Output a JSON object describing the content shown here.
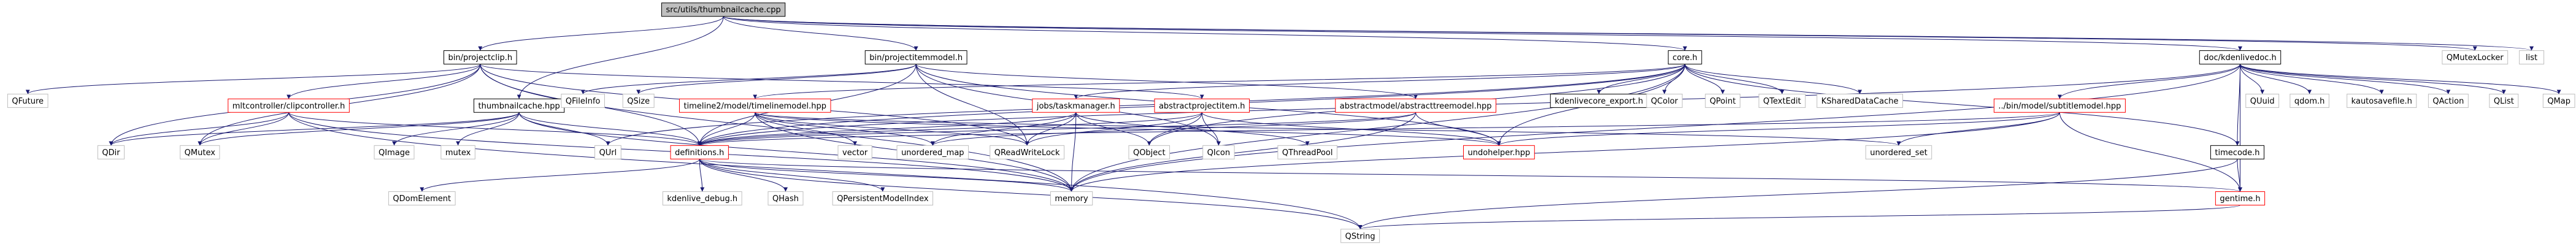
{
  "colors": {
    "edge": "#191970",
    "node_border": "#bfbfbf",
    "node_highlight_border": "#ff0000",
    "root_fill": "#bfbfbf",
    "root_border": "#000000"
  },
  "nodes": [
    {
      "id": "root",
      "label": "src/utils/thumbnailcache.cpp",
      "kind": "root"
    },
    {
      "id": "cliph",
      "label": "bin/projectclip.h",
      "kind": "normal"
    },
    {
      "id": "projitemmodel",
      "label": "bin/projectitemmodel.h",
      "kind": "normal"
    },
    {
      "id": "coreh",
      "label": "core.h",
      "kind": "normal"
    },
    {
      "id": "kdenlivedoc",
      "label": "doc/kdenlivedoc.h",
      "kind": "normal"
    },
    {
      "id": "qmutexlocker",
      "label": "QMutexLocker",
      "kind": "ext"
    },
    {
      "id": "list",
      "label": "list",
      "kind": "ext"
    },
    {
      "id": "qfuture",
      "label": "QFuture",
      "kind": "ext"
    },
    {
      "id": "mltclipctrl",
      "label": "mltcontroller/clipcontroller.h",
      "kind": "highlight"
    },
    {
      "id": "thumbhpp",
      "label": "thumbnailcache.hpp",
      "kind": "normal"
    },
    {
      "id": "qfileinfo",
      "label": "QFileInfo",
      "kind": "ext"
    },
    {
      "id": "qsize",
      "label": "QSize",
      "kind": "ext"
    },
    {
      "id": "timelinemodel",
      "label": "timeline2/model/timelinemodel.hpp",
      "kind": "highlight"
    },
    {
      "id": "taskmanager",
      "label": "jobs/taskmanager.h",
      "kind": "highlight"
    },
    {
      "id": "abstractprojitem",
      "label": "abstractprojectitem.h",
      "kind": "highlight"
    },
    {
      "id": "abstracttreemodel",
      "label": "abstractmodel/abstracttreemodel.hpp",
      "kind": "highlight"
    },
    {
      "id": "kdenlivecoreexport",
      "label": "kdenlivecore_export.h",
      "kind": "normal"
    },
    {
      "id": "qcolor",
      "label": "QColor",
      "kind": "ext"
    },
    {
      "id": "qpoint",
      "label": "QPoint",
      "kind": "ext"
    },
    {
      "id": "qtextedit",
      "label": "QTextEdit",
      "kind": "ext"
    },
    {
      "id": "kshared",
      "label": "KSharedDataCache",
      "kind": "ext"
    },
    {
      "id": "subtitlemodel",
      "label": "../bin/model/subtitlemodel.hpp",
      "kind": "highlight"
    },
    {
      "id": "quuid",
      "label": "QUuid",
      "kind": "ext"
    },
    {
      "id": "qdom",
      "label": "qdom.h",
      "kind": "ext"
    },
    {
      "id": "kautosave",
      "label": "kautosavefile.h",
      "kind": "ext"
    },
    {
      "id": "qaction",
      "label": "QAction",
      "kind": "ext"
    },
    {
      "id": "qlist",
      "label": "QList",
      "kind": "ext"
    },
    {
      "id": "qmap",
      "label": "QMap",
      "kind": "ext"
    },
    {
      "id": "qdir",
      "label": "QDir",
      "kind": "ext"
    },
    {
      "id": "qmutex",
      "label": "QMutex",
      "kind": "ext"
    },
    {
      "id": "qimage",
      "label": "QImage",
      "kind": "ext"
    },
    {
      "id": "mutex",
      "label": "mutex",
      "kind": "ext"
    },
    {
      "id": "qurl",
      "label": "QUrl",
      "kind": "ext"
    },
    {
      "id": "definitions",
      "label": "definitions.h",
      "kind": "highlight"
    },
    {
      "id": "vector",
      "label": "vector",
      "kind": "ext"
    },
    {
      "id": "unordered_map",
      "label": "unordered_map",
      "kind": "ext"
    },
    {
      "id": "qreadwritelock",
      "label": "QReadWriteLock",
      "kind": "ext"
    },
    {
      "id": "qobject",
      "label": "QObject",
      "kind": "ext"
    },
    {
      "id": "qicon",
      "label": "QIcon",
      "kind": "ext"
    },
    {
      "id": "qthreadpool",
      "label": "QThreadPool",
      "kind": "ext"
    },
    {
      "id": "undohelper",
      "label": "undohelper.hpp",
      "kind": "highlight"
    },
    {
      "id": "unordered_set",
      "label": "unordered_set",
      "kind": "ext"
    },
    {
      "id": "timecode",
      "label": "timecode.h",
      "kind": "normal"
    },
    {
      "id": "qdomelement",
      "label": "QDomElement",
      "kind": "ext"
    },
    {
      "id": "kdenlivedebug",
      "label": "kdenlive_debug.h",
      "kind": "ext"
    },
    {
      "id": "qhash",
      "label": "QHash",
      "kind": "ext"
    },
    {
      "id": "qpersistent",
      "label": "QPersistentModelIndex",
      "kind": "ext"
    },
    {
      "id": "memory",
      "label": "memory",
      "kind": "ext"
    },
    {
      "id": "gentime",
      "label": "gentime.h",
      "kind": "highlight"
    },
    {
      "id": "qstring",
      "label": "QString",
      "kind": "ext"
    }
  ],
  "edges": [
    [
      "root",
      "cliph"
    ],
    [
      "root",
      "projitemmodel"
    ],
    [
      "root",
      "coreh"
    ],
    [
      "root",
      "kdenlivedoc"
    ],
    [
      "root",
      "qmutexlocker"
    ],
    [
      "root",
      "list"
    ],
    [
      "root",
      "thumbhpp"
    ],
    [
      "cliph",
      "qfuture"
    ],
    [
      "cliph",
      "mltclipctrl"
    ],
    [
      "cliph",
      "abstractprojitem"
    ],
    [
      "cliph",
      "qdir"
    ],
    [
      "cliph",
      "qmutex"
    ],
    [
      "cliph",
      "definitions"
    ],
    [
      "cliph",
      "qreadwritelock"
    ],
    [
      "cliph",
      "memory"
    ],
    [
      "projitemmodel",
      "abstracttreemodel"
    ],
    [
      "projitemmodel",
      "qfileinfo"
    ],
    [
      "projitemmodel",
      "qsize"
    ],
    [
      "projitemmodel",
      "definitions"
    ],
    [
      "projitemmodel",
      "undohelper"
    ],
    [
      "projitemmodel",
      "qreadwritelock"
    ],
    [
      "projitemmodel",
      "qicon"
    ],
    [
      "coreh",
      "kdenlivecoreexport"
    ],
    [
      "coreh",
      "qcolor"
    ],
    [
      "coreh",
      "qpoint"
    ],
    [
      "coreh",
      "qtextedit"
    ],
    [
      "coreh",
      "kshared"
    ],
    [
      "coreh",
      "taskmanager"
    ],
    [
      "coreh",
      "timelinemodel"
    ],
    [
      "coreh",
      "qurl"
    ],
    [
      "coreh",
      "undohelper"
    ],
    [
      "coreh",
      "definitions"
    ],
    [
      "coreh",
      "qobject"
    ],
    [
      "coreh",
      "memory"
    ],
    [
      "coreh",
      "timecode"
    ],
    [
      "kdenlivedoc",
      "subtitlemodel"
    ],
    [
      "kdenlivedoc",
      "quuid"
    ],
    [
      "kdenlivedoc",
      "qdom"
    ],
    [
      "kdenlivedoc",
      "kautosave"
    ],
    [
      "kdenlivedoc",
      "qaction"
    ],
    [
      "kdenlivedoc",
      "qlist"
    ],
    [
      "kdenlivedoc",
      "qmap"
    ],
    [
      "kdenlivedoc",
      "timecode"
    ],
    [
      "kdenlivedoc",
      "gentime"
    ],
    [
      "kdenlivedoc",
      "memory"
    ],
    [
      "kdenlivedoc",
      "definitions"
    ],
    [
      "mltclipctrl",
      "qdir"
    ],
    [
      "mltclipctrl",
      "qmutex"
    ],
    [
      "mltclipctrl",
      "definitions"
    ],
    [
      "mltclipctrl",
      "memory"
    ],
    [
      "mltclipctrl",
      "qstring"
    ],
    [
      "thumbhpp",
      "qimage"
    ],
    [
      "thumbhpp",
      "mutex"
    ],
    [
      "thumbhpp",
      "qurl"
    ],
    [
      "thumbhpp",
      "qdir"
    ],
    [
      "thumbhpp",
      "qmutex"
    ],
    [
      "thumbhpp",
      "definitions"
    ],
    [
      "thumbhpp",
      "memory"
    ],
    [
      "timelinemodel",
      "definitions"
    ],
    [
      "timelinemodel",
      "undohelper"
    ],
    [
      "timelinemodel",
      "unordered_map"
    ],
    [
      "timelinemodel",
      "unordered_set"
    ],
    [
      "timelinemodel",
      "memory"
    ],
    [
      "timelinemodel",
      "qreadwritelock"
    ],
    [
      "timelinemodel",
      "vector"
    ],
    [
      "taskmanager",
      "definitions"
    ],
    [
      "taskmanager",
      "unordered_map"
    ],
    [
      "taskmanager",
      "qreadwritelock"
    ],
    [
      "taskmanager",
      "qobject"
    ],
    [
      "taskmanager",
      "memory"
    ],
    [
      "taskmanager",
      "qthreadpool"
    ],
    [
      "abstractprojitem",
      "definitions"
    ],
    [
      "abstractprojitem",
      "undohelper"
    ],
    [
      "abstractprojitem",
      "qreadwritelock"
    ],
    [
      "abstractprojitem",
      "qobject"
    ],
    [
      "abstractprojitem",
      "qicon"
    ],
    [
      "abstracttreemodel",
      "definitions"
    ],
    [
      "abstracttreemodel",
      "memory"
    ],
    [
      "abstracttreemodel",
      "unordered_map"
    ],
    [
      "abstracttreemodel",
      "undohelper"
    ],
    [
      "subtitlemodel",
      "definitions"
    ],
    [
      "subtitlemodel",
      "undohelper"
    ],
    [
      "subtitlemodel",
      "unordered_set"
    ],
    [
      "subtitlemodel",
      "gentime"
    ],
    [
      "subtitlemodel",
      "memory"
    ],
    [
      "definitions",
      "qdomelement"
    ],
    [
      "definitions",
      "kdenlivedebug"
    ],
    [
      "definitions",
      "qhash"
    ],
    [
      "definitions",
      "qpersistent"
    ],
    [
      "definitions",
      "memory"
    ],
    [
      "definitions",
      "gentime"
    ],
    [
      "definitions",
      "qstring"
    ],
    [
      "timecode",
      "gentime"
    ],
    [
      "timecode",
      "qstring"
    ],
    [
      "gentime",
      "qstring"
    ]
  ]
}
